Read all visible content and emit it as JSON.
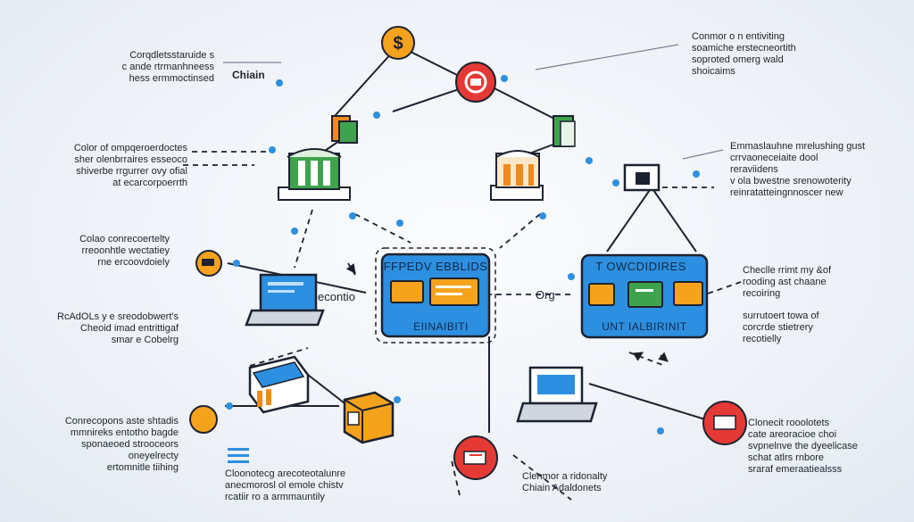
{
  "top_chain_label": "Chiain",
  "center_left_caption": "econtio",
  "center_mid_caption": "Org",
  "box_left": {
    "title": "FFPEDV EBBLIDS",
    "subtitle": "EIINAIBITI"
  },
  "box_right": {
    "title": "T OWCDIDIRES",
    "subtitle": "UNT IALBIRINIT"
  },
  "labels": {
    "top_left": "Corqdletsstaruide s\nc ande rtrmanhneess\nhess ermmoctinsed",
    "top_right": "Conmor o n entiviting\nsoamiche erstecneortith\nsoproted omerg wald\nshoicaims",
    "left_1": "Color of ompqeroerdoctes\nsher olenbrraires esseoco\nshiverbe rrgurrer ovy ofial\nat ecarcorpoerrth",
    "right_1": "Emmaslauhne mrelushing gust\ncrrvaoneceiaite dool\nreraviidens\nv ola bwestne srenowoterity\nreinratatteingnnoscer new",
    "left_2": "Colao conrecoertelty\nrreoonhtle wectatiey\nrne ercoovdoiely",
    "right_2": "Checlle rrimt my &of\nrooding ast chaane\nrecoiring",
    "left_3": "RcAdOLs y e sreodobwert's\nCheoid imad entrittigaf\nsmar e Cobelrg",
    "right_3": "surrutoert towa of\ncorcrde stietrery\nrecotielly",
    "left_4": "Conrecopons aste shtadis\nmmnireks entotho bagde\nsponaeoed strooceors\noneyelrecty\nertomnitle tiihing",
    "bottom_center": "Cloonotecg arecoteotalunre\nanecmorosl ol emole chistv\nrcatiir ro a armmauntily",
    "bottom_mid": "Clenmor a ridonalty\nChiain Adaldonets",
    "right_4": "Clonecit rooolotets\ncate areoracioe choi\nsvpnelnve the dyeelicase\nschat atlrs rnbore\nsraraf emeraatiealsss"
  },
  "icons": [
    "dollar-coin-icon",
    "red-gear-icon",
    "green-document-icon",
    "bank-building-left-icon",
    "bank-building-right-icon",
    "laptop-left-icon",
    "laptop-right-icon",
    "orange-badge-icon",
    "orange-coin-icon",
    "server-rack-icon",
    "cube-package-icon",
    "red-pen-icon",
    "red-card-icon",
    "monitor-icon",
    "orange-stamp-icon"
  ],
  "colors": {
    "accent_blue": "#2d8fe0",
    "orange": "#f5a21c",
    "red": "#e53935",
    "green": "#3fa34d",
    "navy": "#0e2a47"
  }
}
